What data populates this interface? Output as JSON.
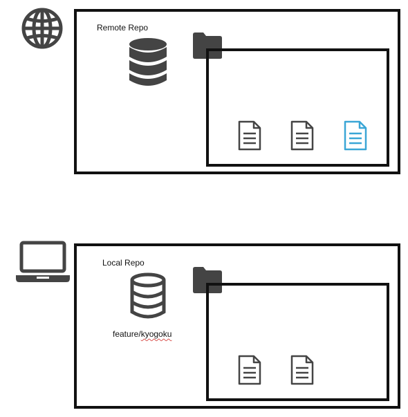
{
  "remote": {
    "icon": "globe-icon",
    "label": "Remote Repo",
    "database_icon": "database-icon",
    "folder_icon": "folder-icon",
    "files": [
      {
        "icon": "file-icon",
        "color": "#444444"
      },
      {
        "icon": "file-icon",
        "color": "#444444"
      },
      {
        "icon": "file-icon",
        "color": "#3aa6d6"
      }
    ]
  },
  "local": {
    "icon": "laptop-icon",
    "label": "Local Repo",
    "database_icon": "database-outline-icon",
    "branch_prefix": "feature/",
    "branch_name": "kyogoku",
    "folder_icon": "folder-icon",
    "files": [
      {
        "icon": "file-icon",
        "color": "#444444"
      },
      {
        "icon": "file-icon",
        "color": "#444444"
      }
    ]
  },
  "colors": {
    "stroke": "#111111",
    "icon": "#444444",
    "highlight_file": "#3aa6d6",
    "spellcheck_underline": "#d9534f"
  }
}
